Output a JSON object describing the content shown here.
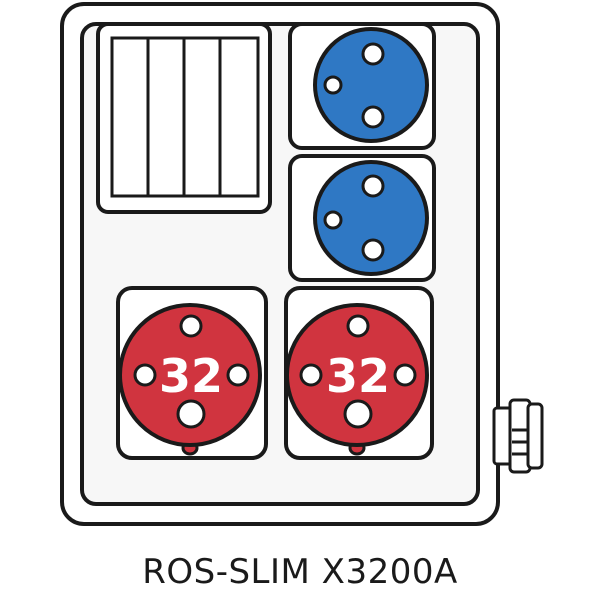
{
  "product": {
    "model_name": "ROS-SLIM X3200A"
  },
  "sockets": {
    "blue_230v": [
      {
        "id": "blue-socket-1"
      },
      {
        "id": "blue-socket-2"
      }
    ],
    "red_400v": [
      {
        "id": "red-socket-1",
        "rating": "32"
      },
      {
        "id": "red-socket-2",
        "rating": "32"
      }
    ]
  },
  "breaker_panel": {
    "module_count": 4
  },
  "colors": {
    "outline": "#1a1a1a",
    "housing_fill": "#f7f7f7",
    "blue_socket": "#2f78c4",
    "red_socket": "#d0343f",
    "label_text": "#ffffff"
  }
}
